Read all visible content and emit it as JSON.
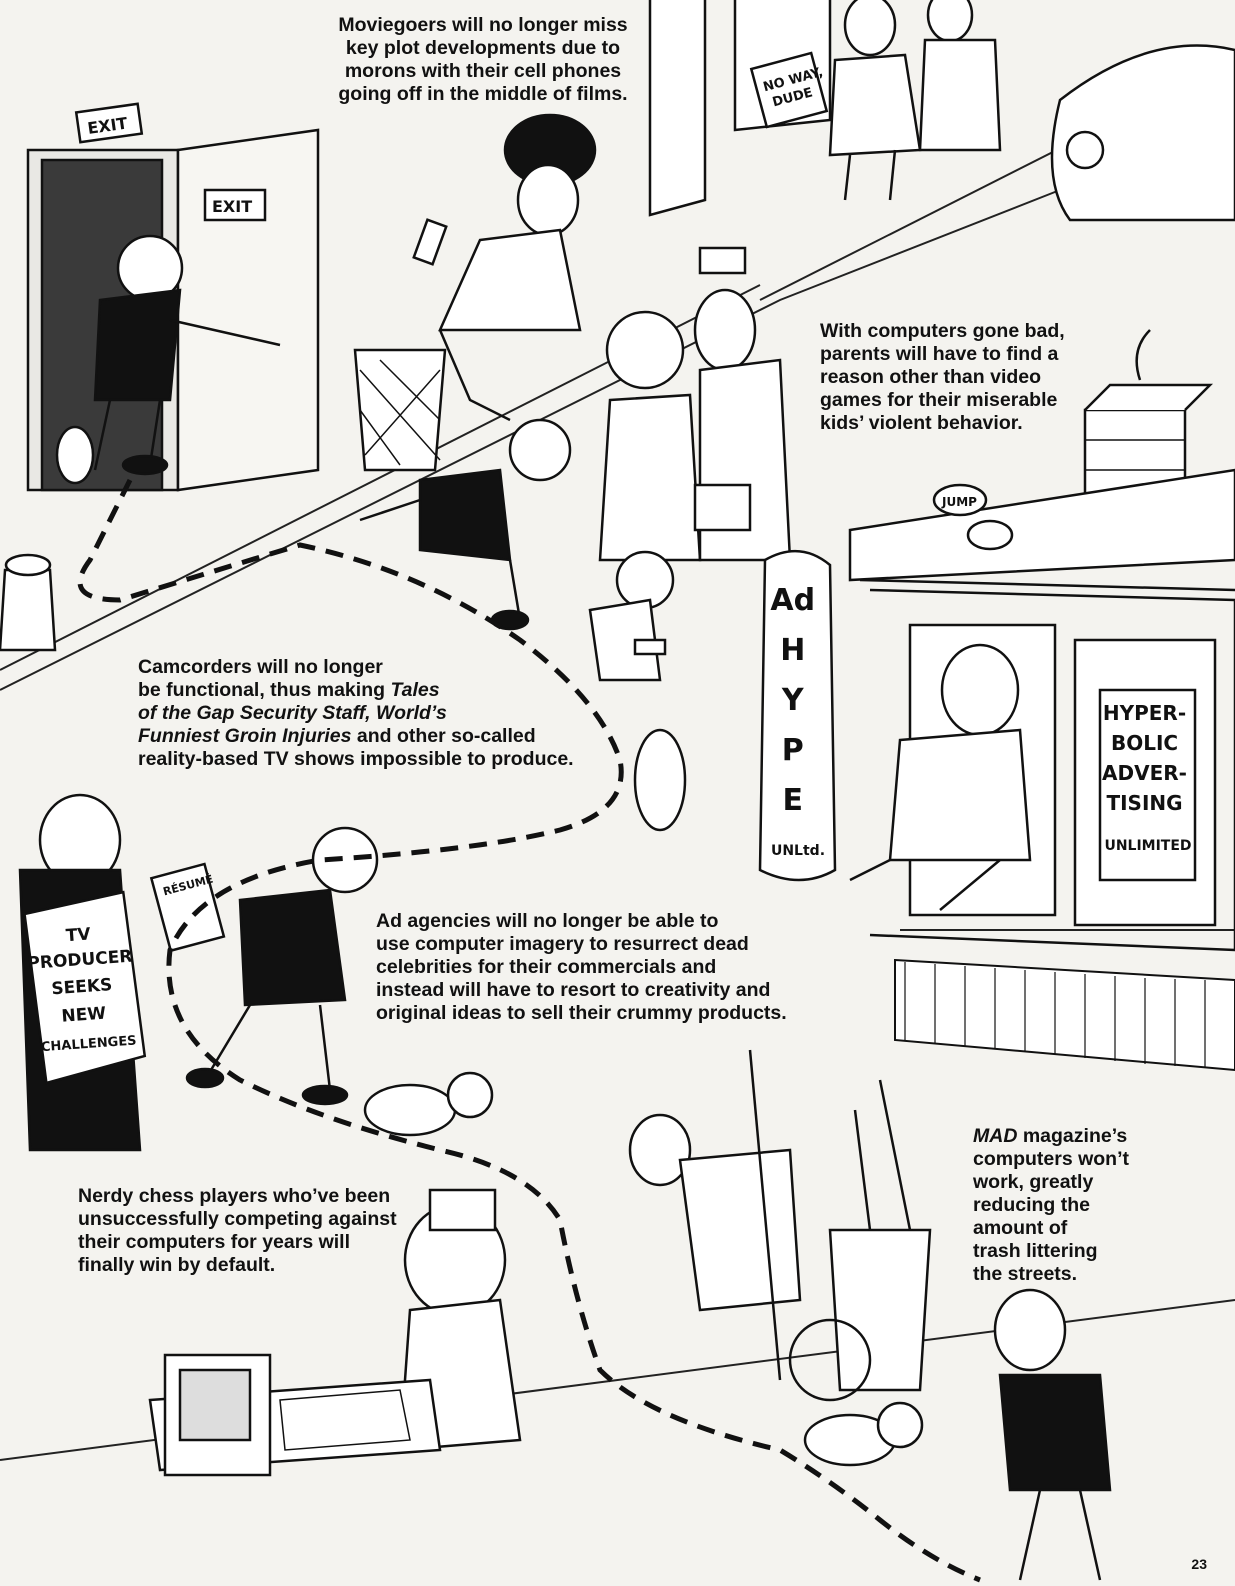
{
  "captions": {
    "moviegoers": "Moviegoers will no longer miss key plot developments due to morons with their cell phones going off in the middle of films.",
    "moviegoers_lines": [
      "Moviegoers will no longer miss",
      "key plot developments due to",
      "morons with their cell phones",
      "going off in the middle of films."
    ],
    "computers_lines": [
      "With computers gone bad,",
      "parents will have to find a",
      "reason other than video",
      "games for their miserable",
      "kids’ violent behavior."
    ],
    "camcorders": {
      "line1": "Camcorders will no longer",
      "line2a": "be functional, thus making ",
      "line2b": "Tales",
      "line3": "of the Gap Security Staff, World’s",
      "line4a": "Funniest Groin Injuries",
      "line4b": " and other so-called",
      "line5": "reality-based TV shows impossible to produce."
    },
    "ad_agencies_lines": [
      "Ad agencies will no longer be able to",
      "use computer imagery to resurrect dead",
      "celebrities for their commercials and",
      "instead will have to resort to creativity and",
      "original ideas to sell their crummy products."
    ],
    "chess_lines": [
      "Nerdy chess players who’ve been",
      "unsuccessfully competing against",
      "their computers for years will",
      "finally win by default."
    ],
    "mad": {
      "line1a": "MAD",
      "line1b": " magazine’s",
      "rest": [
        "computers won’t",
        "work, greatly",
        "reducing the",
        "amount of",
        "trash littering",
        "the streets."
      ]
    }
  },
  "signs": {
    "exit_top": "EXIT",
    "exit_door": "EXIT",
    "no_way_dude": [
      "NO WAY,",
      "DUDE"
    ],
    "jump": "JUMP",
    "ad_hype": [
      "Ad",
      "H",
      "Y",
      "P",
      "E",
      "UNLtd."
    ],
    "hyperbolic": [
      "HYPER-",
      "BOLIC",
      "ADVER-",
      "TISING",
      "UNLIMITED"
    ],
    "tv_producer": [
      "TV",
      "PRODUCER",
      "SEEKS",
      "NEW",
      "CHALLENGES"
    ],
    "resume": "RÉSUMÉ"
  },
  "page_number": "23"
}
